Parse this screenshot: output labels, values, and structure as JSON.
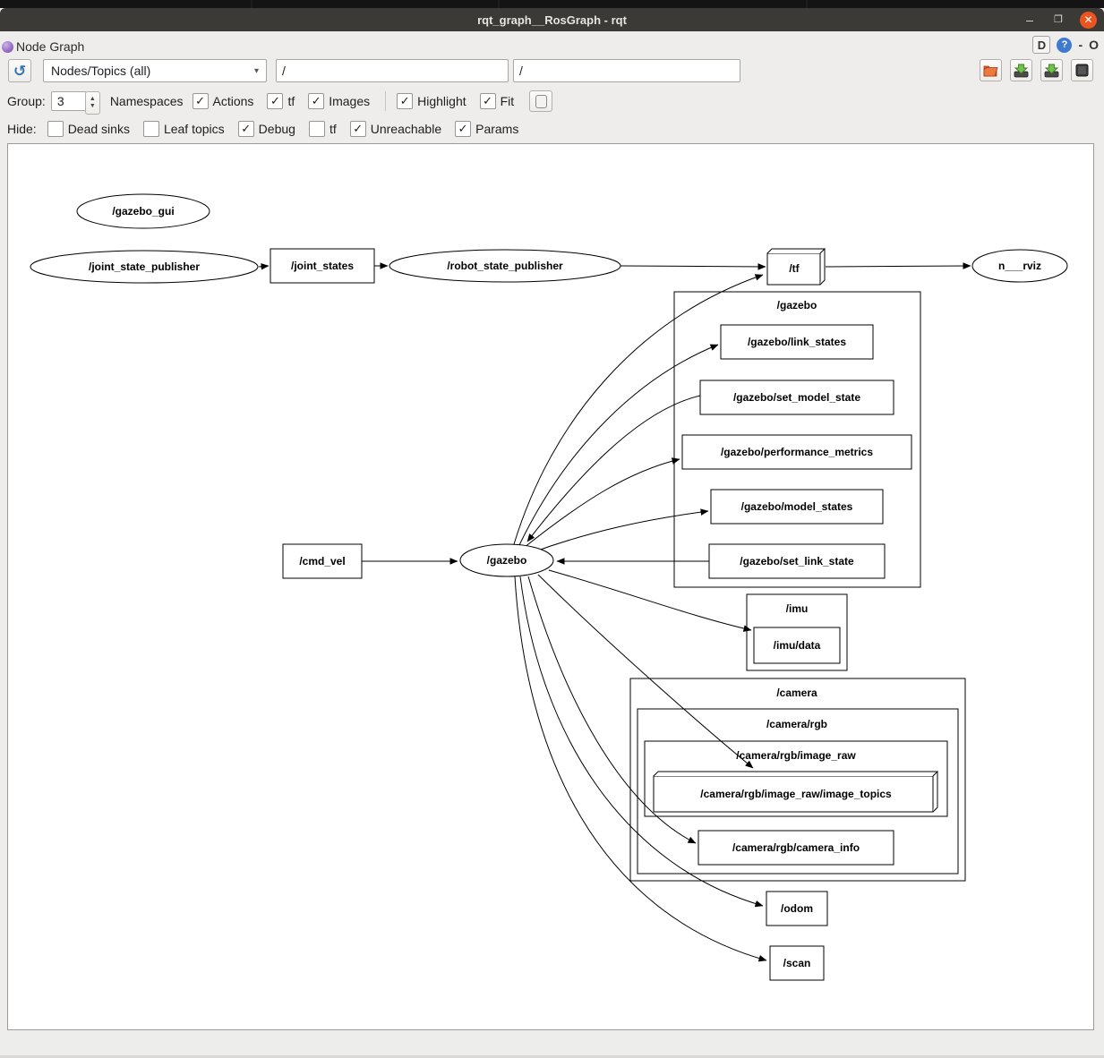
{
  "window": {
    "title": "rqt_graph__RosGraph - rqt",
    "minimize_glyph": "–",
    "maximize_glyph": "❐",
    "close_glyph": "✕"
  },
  "panel": {
    "title": "Node Graph",
    "dock_d": "D",
    "help_glyph": "?",
    "collapse_glyph": "-",
    "close_glyph": "O"
  },
  "toolbar": {
    "graph_type": "Nodes/Topics (all)",
    "combo_arrow": "▾",
    "refresh_glyph": "↻",
    "filter1": "/",
    "filter2": "/"
  },
  "filters": {
    "group_label": "Group:",
    "group_value": "3",
    "spin_up": "▲",
    "spin_down": "▼",
    "namespaces_label": "Namespaces",
    "row1": [
      {
        "label": "Actions",
        "mark": "✓"
      },
      {
        "label": "tf",
        "mark": "✓"
      },
      {
        "label": "Images",
        "mark": "✓"
      },
      {
        "label": "Highlight",
        "mark": "✓"
      },
      {
        "label": "Fit",
        "mark": "✓"
      }
    ],
    "hide_label": "Hide:",
    "row2": [
      {
        "label": "Dead sinks",
        "mark": ""
      },
      {
        "label": "Leaf topics",
        "mark": ""
      },
      {
        "label": "Debug",
        "mark": "✓"
      },
      {
        "label": "tf",
        "mark": ""
      },
      {
        "label": "Unreachable",
        "mark": "✓"
      },
      {
        "label": "Params",
        "mark": "✓"
      }
    ]
  },
  "graph": {
    "labels": {
      "gazebo_gui": "/gazebo_gui",
      "joint_state_publisher": "/joint_state_publisher",
      "joint_states": "/joint_states",
      "robot_state_publisher": "/robot_state_publisher",
      "tf": "/tf",
      "rviz": "n___rviz",
      "cmd_vel": "/cmd_vel",
      "gazebo": "/gazebo",
      "cluster_gazebo": "/gazebo",
      "gazebo_link_states": "/gazebo/link_states",
      "gazebo_set_model_state": "/gazebo/set_model_state",
      "gazebo_performance_metrics": "/gazebo/performance_metrics",
      "gazebo_model_states": "/gazebo/model_states",
      "gazebo_set_link_state": "/gazebo/set_link_state",
      "cluster_imu": "/imu",
      "imu_data": "/imu/data",
      "cluster_camera": "/camera",
      "cluster_camera_rgb": "/camera/rgb",
      "cluster_camera_rgb_image_raw": "/camera/rgb/image_raw",
      "camera_image_topics": "/camera/rgb/image_raw/image_topics",
      "camera_info": "/camera/rgb/camera_info",
      "odom": "/odom",
      "scan": "/scan"
    }
  },
  "colors": {
    "titlebar_bg": "#3b3a36",
    "close_button": "#e9541f",
    "window_bg": "#eeedec",
    "canvas_bg": "#ffffff",
    "help_icon": "#3f7ad0",
    "plugin_icon": "#9b72c8",
    "folder_icon": "#e8602c",
    "save_arrow": "#5bb53c"
  },
  "icons": {
    "refresh": "refresh-circular-arrow",
    "open_dot": "orange-open-folder",
    "save_dot": "drive-with-green-down-arrow",
    "save_image": "drive-with-green-down-arrow",
    "snapshot": "dark-square"
  }
}
